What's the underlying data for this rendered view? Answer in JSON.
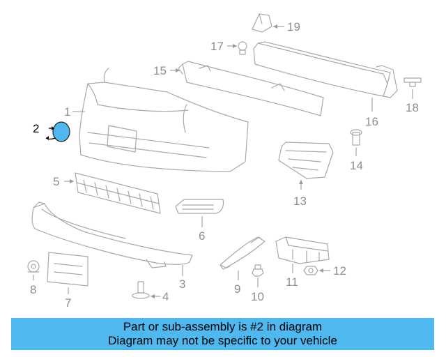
{
  "callouts": [
    {
      "id": "p1",
      "text": "1"
    },
    {
      "id": "p2",
      "text": "2"
    },
    {
      "id": "p3",
      "text": "3"
    },
    {
      "id": "p4",
      "text": "4"
    },
    {
      "id": "p5",
      "text": "5"
    },
    {
      "id": "p6",
      "text": "6"
    },
    {
      "id": "p7",
      "text": "7"
    },
    {
      "id": "p8",
      "text": "8"
    },
    {
      "id": "p9",
      "text": "9"
    },
    {
      "id": "p10",
      "text": "10"
    },
    {
      "id": "p11",
      "text": "11"
    },
    {
      "id": "p12",
      "text": "12"
    },
    {
      "id": "p13",
      "text": "13"
    },
    {
      "id": "p14",
      "text": "14"
    },
    {
      "id": "p15",
      "text": "15"
    },
    {
      "id": "p16",
      "text": "16"
    },
    {
      "id": "p17",
      "text": "17"
    },
    {
      "id": "p18",
      "text": "18"
    },
    {
      "id": "p19",
      "text": "19"
    }
  ],
  "highlight": {
    "part": "2",
    "color": "#4fb8ee"
  },
  "banner": {
    "line1": "Part or sub-assembly is #2 in diagram",
    "line2": "Diagram may not be specific to your vehicle",
    "color": "#4fb8ee"
  }
}
